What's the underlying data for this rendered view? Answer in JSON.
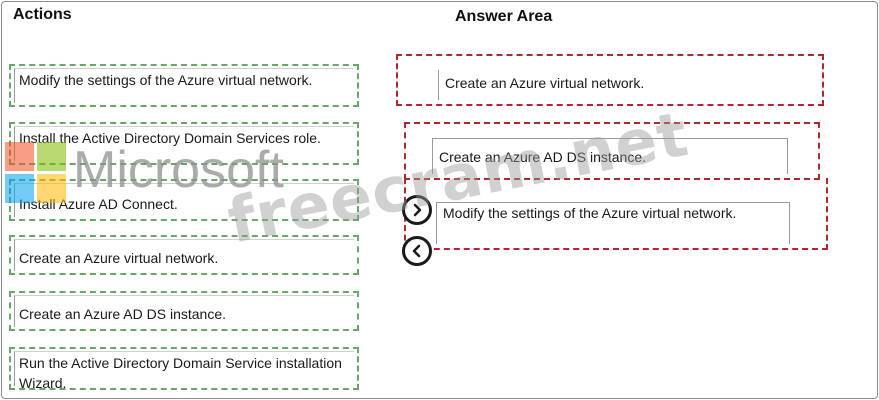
{
  "headings": {
    "actions": "Actions",
    "answer_area": "Answer Area"
  },
  "actions": [
    {
      "label": "Modify the settings of the Azure virtual network."
    },
    {
      "label": "Install the Active Directory Domain Services role."
    },
    {
      "label": "Install Azure AD Connect."
    },
    {
      "label": "Create an Azure virtual network."
    },
    {
      "label": "Create an Azure AD DS instance."
    },
    {
      "label": "Run the Active Directory Domain Service installation Wizard."
    }
  ],
  "answers": [
    {
      "label": "Create an Azure virtual network."
    },
    {
      "label": "Create an Azure AD DS instance."
    },
    {
      "label": "Modify the settings of the Azure virtual network."
    }
  ],
  "buttons": {
    "move_right_icon": "chevron-right-icon",
    "move_left_icon": "chevron-left-icon"
  },
  "watermarks": {
    "brand": "Microsoft",
    "site": "freecram.net"
  },
  "colors": {
    "action_border": "#6aa56a",
    "answer_border": "#b5262a"
  }
}
